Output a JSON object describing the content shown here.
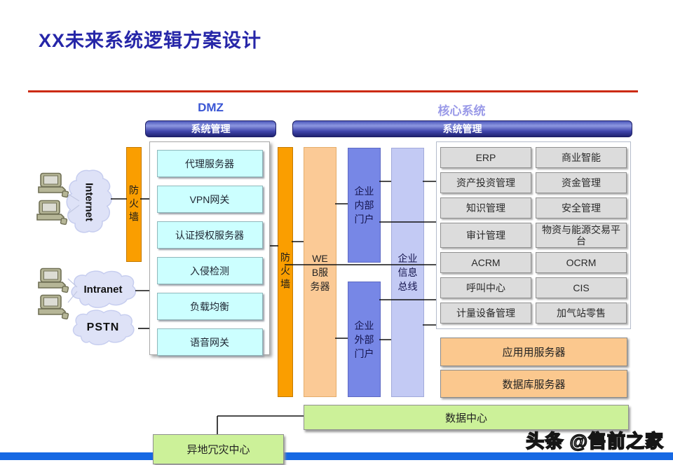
{
  "page": {
    "title": "XX未来系统逻辑方案设计",
    "watermark": "头条 @售前之家"
  },
  "zones": {
    "dmz_label": "DMZ",
    "core_label": "核心系统",
    "dmz_mgmt": "系统管理",
    "core_mgmt": "系统管理"
  },
  "network": {
    "internet": "Internet",
    "intranet": "Intranet",
    "pstn": "PSTN"
  },
  "firewalls": {
    "left": "防火墙",
    "right": "防火墙"
  },
  "dmz_servers": [
    "代理服务器",
    "VPN网关",
    "认证授权服务器",
    "入侵检测",
    "负载均衡",
    "语音网关"
  ],
  "middle": {
    "web_server_lines": [
      "WE",
      "B服",
      "务器"
    ],
    "portal_internal_lines": [
      "企业",
      "内部",
      "门户"
    ],
    "portal_external_lines": [
      "企业",
      "外部",
      "门户"
    ],
    "info_bus_lines": [
      "企业",
      "信息",
      "总线"
    ]
  },
  "core_apps": [
    "ERP",
    "商业智能",
    "资产投资管理",
    "资金管理",
    "知识管理",
    "安全管理",
    "审计管理",
    "物资与能源交易平台",
    "ACRM",
    "OCRM",
    "呼叫中心",
    "CIS",
    "计量设备管理",
    "加气站零售"
  ],
  "bottom": {
    "app_server": "应用用服务器",
    "db_server": "数据库服务器",
    "data_center": "数据中心",
    "dr_center": "异地冗灾中心"
  },
  "colors": {
    "title_blue": "#2626A8",
    "rule_red": "#CC2A0E",
    "dmz_label_blue": "#3A56D4",
    "core_label_periwinkle": "#9A9AE8",
    "firewall_orange": "#FA9E00",
    "cyan_button": "#CCFFFF",
    "peach": "#FBC88E",
    "portal_blue": "#7787E6",
    "bus_lavender": "#C3CAF4",
    "green": "#CCF199",
    "bottom_bar_blue": "#1668E3",
    "gray_button": "#DCDCDC"
  }
}
